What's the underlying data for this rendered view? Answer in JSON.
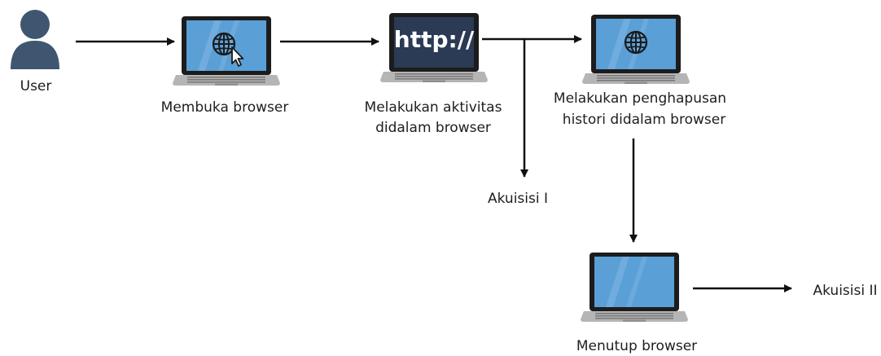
{
  "nodes": {
    "user": {
      "label": "User"
    },
    "open_browser": {
      "label": "Membuka browser",
      "icon": "globe-cursor-icon"
    },
    "activity": {
      "label_lines": [
        "Melakukan aktivitas",
        "didalam browser"
      ],
      "icon": "http-icon",
      "screen_text": "http://"
    },
    "delete_history": {
      "label_lines": [
        "Melakukan penghapusan",
        "histori didalam browser"
      ],
      "icon": "globe-icon"
    },
    "close_browser": {
      "label": "Menutup browser",
      "icon": "blank-screen-icon"
    },
    "acq1": {
      "label": "Akuisisi I"
    },
    "acq2": {
      "label": "Akuisisi II"
    }
  },
  "colors": {
    "user_fill": "#3f5670",
    "laptop_body": "#1c1c1c",
    "laptop_base": "#b5b5b5",
    "screen_blue": "#5a9fd6",
    "screen_navy": "#2b3a55",
    "arrow": "#111111",
    "text": "#1e1e1e"
  }
}
